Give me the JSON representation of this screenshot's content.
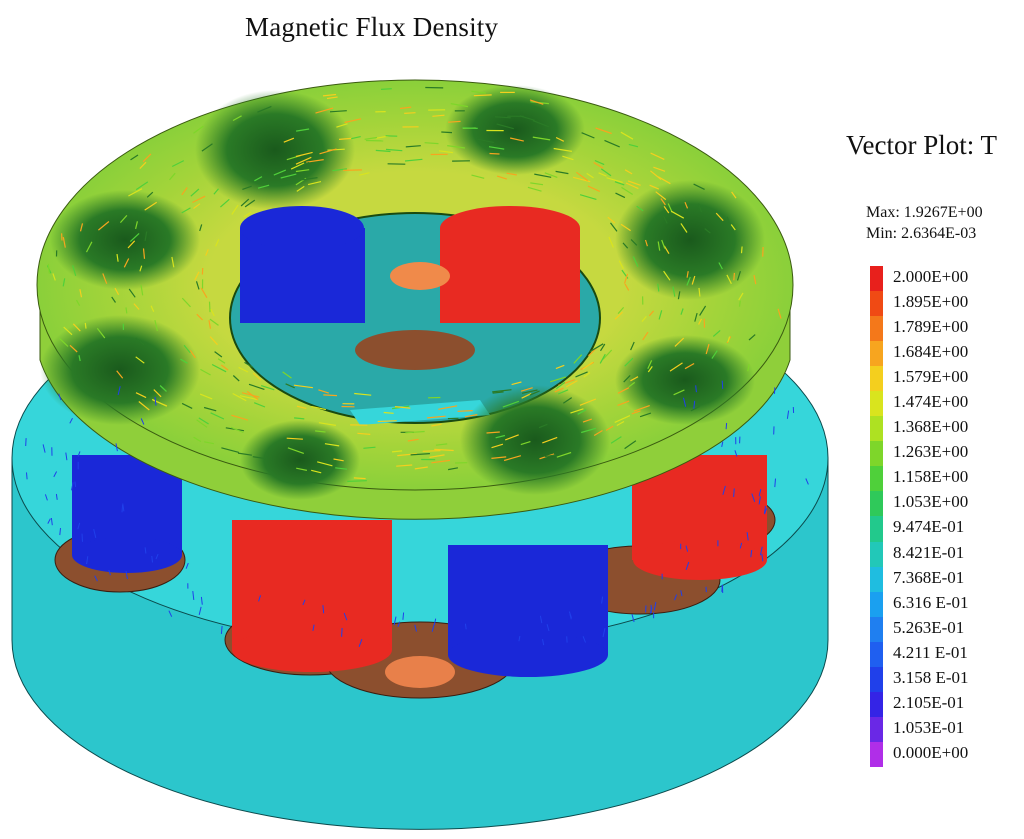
{
  "title": "Magnetic Flux Density",
  "legend": {
    "title": "Vector Plot: T",
    "max_label": "Max: 1.9267E+00",
    "min_label": "Min: 2.6364E-03",
    "ticks": [
      "2.000E+00",
      "1.895E+00",
      "1.789E+00",
      "1.684E+00",
      "1.579E+00",
      "1.474E+00",
      "1.368E+00",
      "1.263E+00",
      "1.158E+00",
      "1.053E+00",
      "9.474E-01",
      "8.421E-01",
      "7.368E-01",
      "6.316 E-01",
      "5.263E-01",
      "4.211 E-01",
      "3.158 E-01",
      "2.105E-01",
      "1.053E-01",
      "0.000E+00"
    ],
    "colors": [
      "#e8201c",
      "#f04a14",
      "#f4781a",
      "#f7a51f",
      "#f4cf1e",
      "#d9e41e",
      "#aee122",
      "#7ed62a",
      "#4fd03a",
      "#2fc95a",
      "#22c98c",
      "#22c8b8",
      "#1fbde0",
      "#1aa0f0",
      "#1f7ff0",
      "#1f5ff0",
      "#2040ea",
      "#3424e6",
      "#6a28e6",
      "#b02ee8"
    ]
  },
  "model": {
    "base_color": "#32d2d8",
    "magnet_north_color": "#e82a22",
    "magnet_south_color": "#1a28d8",
    "pocket_color": "#8c4f2e",
    "ring_color": "#a7d43a",
    "vortex_color": "#1f6a20"
  }
}
